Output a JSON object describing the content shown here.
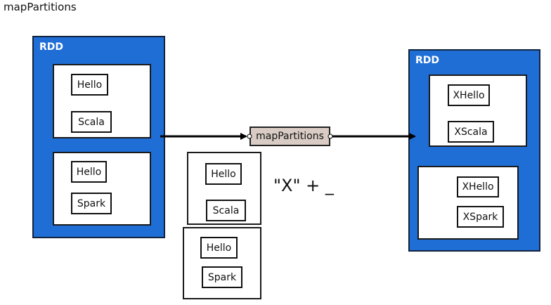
{
  "title": "mapPartitions",
  "source_rdd": {
    "label": "RDD",
    "partitions": [
      {
        "items": [
          "Hello",
          "Scala"
        ]
      },
      {
        "items": [
          "Hello",
          "Spark"
        ]
      }
    ]
  },
  "operation": {
    "label": "mapPartitions"
  },
  "function_expr": "\"X\" + _",
  "floating_partitions": [
    {
      "items": [
        "Hello",
        "Scala"
      ]
    },
    {
      "items": [
        "Hello",
        "Spark"
      ]
    }
  ],
  "target_rdd": {
    "label": "RDD",
    "partitions": [
      {
        "items": [
          "XHello",
          "XScala"
        ]
      },
      {
        "items": [
          "XHello",
          "XSpark"
        ]
      }
    ]
  },
  "colors": {
    "rdd_fill": "#1f6ed6",
    "operation_fill": "#d8ccc4",
    "arrow": "#000000"
  }
}
